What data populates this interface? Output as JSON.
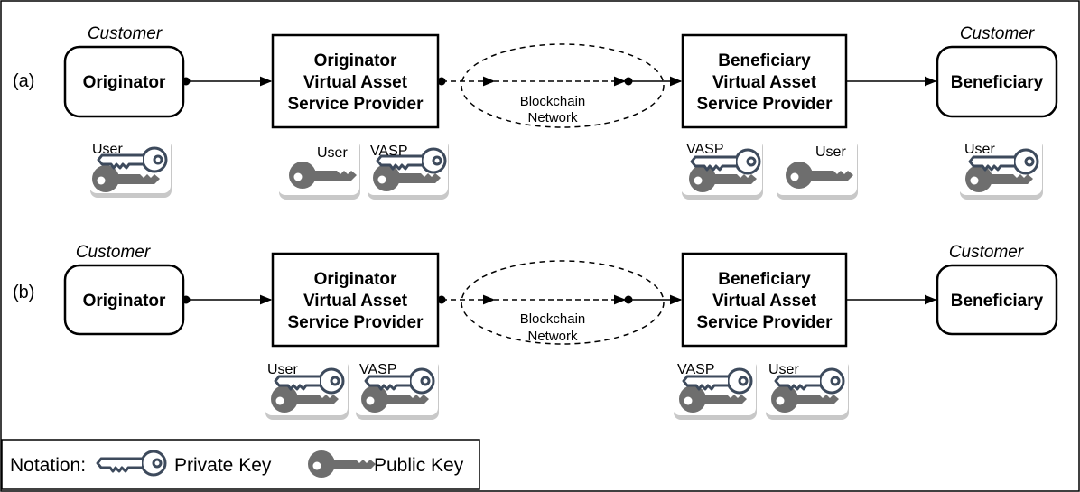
{
  "rows": [
    {
      "label": "(a)",
      "originator": {
        "role": "Customer",
        "name": "Originator"
      },
      "originator_vasp": {
        "lines": [
          "Originator",
          "Virtual Asset",
          "Service Provider"
        ]
      },
      "network": {
        "lines": [
          "Blockchain",
          "Network"
        ]
      },
      "beneficiary_vasp": {
        "lines": [
          "Beneficiary",
          "Virtual Asset",
          "Service Provider"
        ]
      },
      "beneficiary": {
        "role": "Customer",
        "name": "Beneficiary"
      },
      "key_cards": [
        {
          "label": "User",
          "private": true,
          "public": true
        },
        {
          "label": "User",
          "private": false,
          "public": true
        },
        {
          "label": "VASP",
          "private": true,
          "public": true
        },
        {
          "label": "VASP",
          "private": true,
          "public": true
        },
        {
          "label": "User",
          "private": false,
          "public": true
        },
        {
          "label": "User",
          "private": true,
          "public": true
        }
      ]
    },
    {
      "label": "(b)",
      "originator": {
        "role": "Customer",
        "name": "Originator"
      },
      "originator_vasp": {
        "lines": [
          "Originator",
          "Virtual Asset",
          "Service Provider"
        ]
      },
      "network": {
        "lines": [
          "Blockchain",
          "Network"
        ]
      },
      "beneficiary_vasp": {
        "lines": [
          "Beneficiary",
          "Virtual Asset",
          "Service Provider"
        ]
      },
      "beneficiary": {
        "role": "Customer",
        "name": "Beneficiary"
      },
      "key_cards": [
        {
          "label": "User",
          "private": true,
          "public": true
        },
        {
          "label": "VASP",
          "private": true,
          "public": true
        },
        {
          "label": "VASP",
          "private": true,
          "public": true
        },
        {
          "label": "User",
          "private": true,
          "public": true
        }
      ]
    }
  ],
  "notation": {
    "title": "Notation:",
    "private_label": "Private Key",
    "public_label": "Public Key"
  },
  "colors": {
    "private_key": "#3d4a5c",
    "public_key": "#6e6e6e",
    "card_shadow": "#c8c8c8"
  }
}
